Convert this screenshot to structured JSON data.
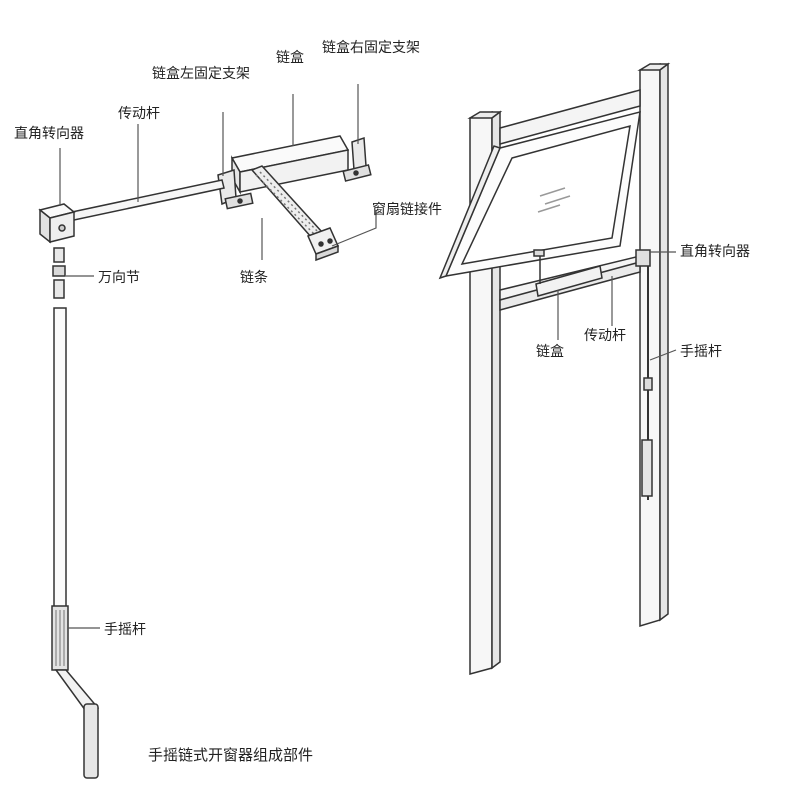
{
  "left": {
    "labels": {
      "chain_box_left_bracket": "链盒左固定支架",
      "chain_box": "链盒",
      "chain_box_right_bracket": "链盒右固定支架",
      "right_angle_gear": "直角转向器",
      "drive_rod": "传动杆",
      "sash_connector": "窗扇链接件",
      "chain": "链条",
      "universal_joint": "万向节",
      "hand_crank": "手摇杆"
    },
    "caption": "手摇链式开窗器组成部件"
  },
  "right": {
    "labels": {
      "right_angle_gear": "直角转向器",
      "chain_box": "链盒",
      "drive_rod": "传动杆",
      "hand_crank": "手摇杆"
    }
  },
  "colors": {
    "line": "#333333",
    "part_fill": "#f4f4f4",
    "shadow": "#cfcfcf"
  }
}
